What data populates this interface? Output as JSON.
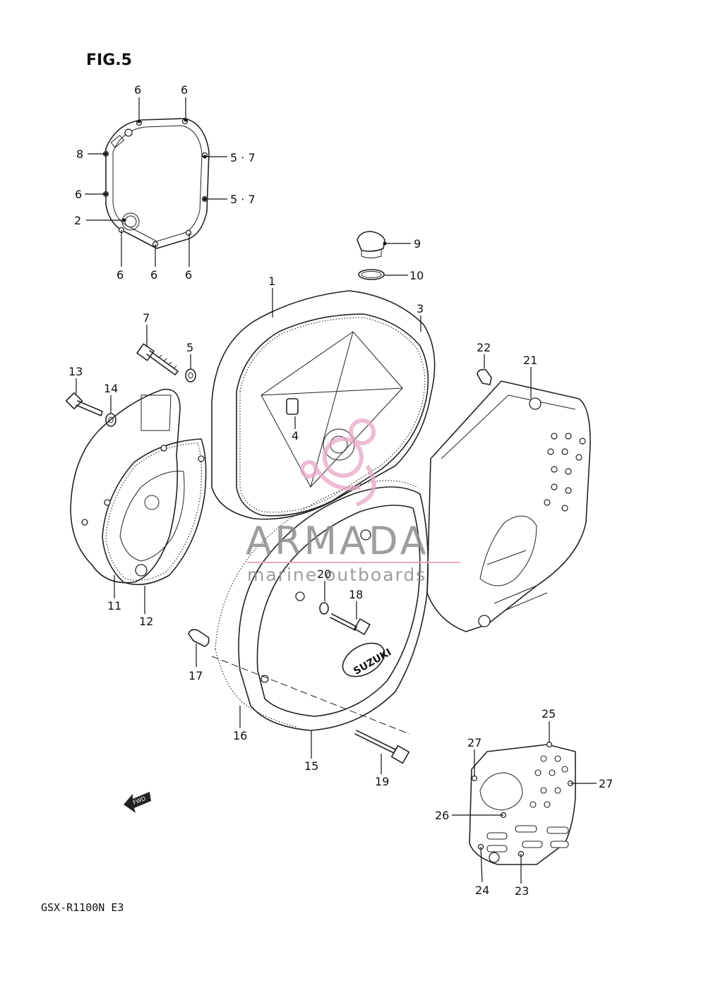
{
  "figure_title": "FIG.5",
  "model_code": "GSX-R1100N E3",
  "watermark": {
    "brand": "ARMADA",
    "tagline": "marine outboards",
    "color": "#e9a6c6"
  },
  "cover_logo": "SUZUKI",
  "fwd_label": "FWD",
  "callouts": {
    "c1": "1",
    "c2": "2",
    "c3": "3",
    "c4": "4",
    "c5": "5",
    "c6a": "6",
    "c6b": "6",
    "c6c": "6",
    "c6d": "6",
    "c6e": "6",
    "c6f": "6",
    "c57a": "5 · 7",
    "c57b": "5 · 7",
    "c7": "7",
    "c8": "8",
    "c9": "9",
    "c10": "10",
    "c11": "11",
    "c12": "12",
    "c13": "13",
    "c14": "14",
    "c15": "15",
    "c16": "16",
    "c17": "17",
    "c18": "18",
    "c19": "19",
    "c20": "20",
    "c21": "21",
    "c22": "22",
    "c23": "23",
    "c24": "24",
    "c25": "25",
    "c26": "26",
    "c27a": "27",
    "c27b": "27"
  }
}
